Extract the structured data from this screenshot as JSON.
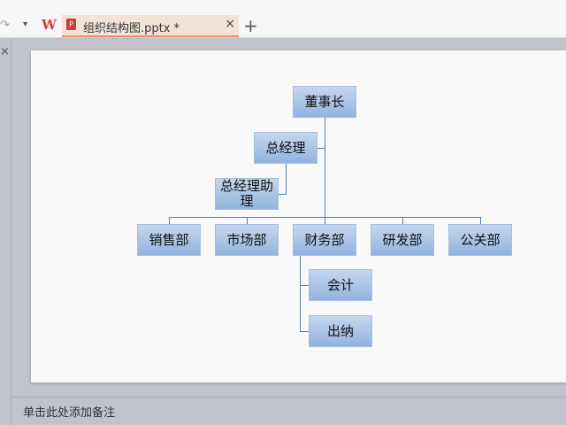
{
  "tabbar": {
    "logo": "W",
    "tab_title": "组织结构图.pptx *",
    "close": "×",
    "new_tab": "+",
    "dropdown": "▾",
    "undo": "↷"
  },
  "left_panel": {
    "close": "×"
  },
  "org": {
    "root": "董事长",
    "gm": "总经理",
    "assistant": "总经理助理",
    "departments": [
      "销售部",
      "市场部",
      "财务部",
      "研发部",
      "公关部"
    ],
    "finance_sub": [
      "会计",
      "出纳"
    ]
  },
  "notes": {
    "placeholder": "单击此处添加备注"
  },
  "colors": {
    "box_top": "#c5d7ee",
    "box_bottom": "#92b3df",
    "line": "#4f7fae",
    "tab_accent": "#e9906a"
  }
}
